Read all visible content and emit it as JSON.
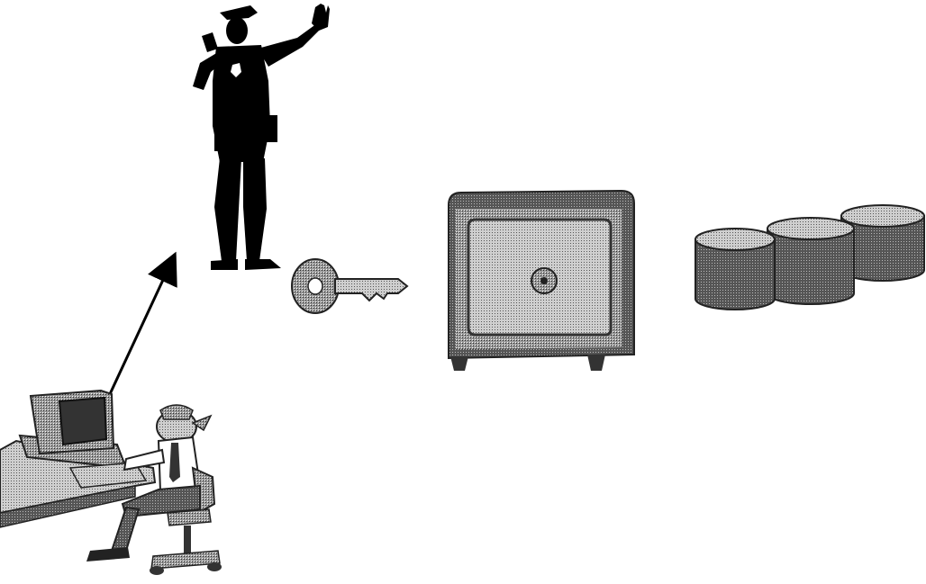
{
  "scene": {
    "background": "#ffffff",
    "colors": {
      "silhouette": "#000000",
      "metal_dark": "#3f3f3f",
      "metal_mid": "#8a8a8a",
      "metal_light": "#cfcfcf",
      "shirt": "#ffffff"
    },
    "elements": [
      {
        "name": "user-at-computer",
        "icon": "user-at-workstation-icon"
      },
      {
        "name": "access-arrow",
        "icon": "arrow-icon",
        "direction": "up-right"
      },
      {
        "name": "police-officer",
        "icon": "police-officer-stop-icon"
      },
      {
        "name": "key",
        "icon": "key-icon"
      },
      {
        "name": "safe",
        "icon": "safe-icon"
      },
      {
        "name": "database-cylinders",
        "icon": "database-icon",
        "count": 3
      }
    ]
  }
}
